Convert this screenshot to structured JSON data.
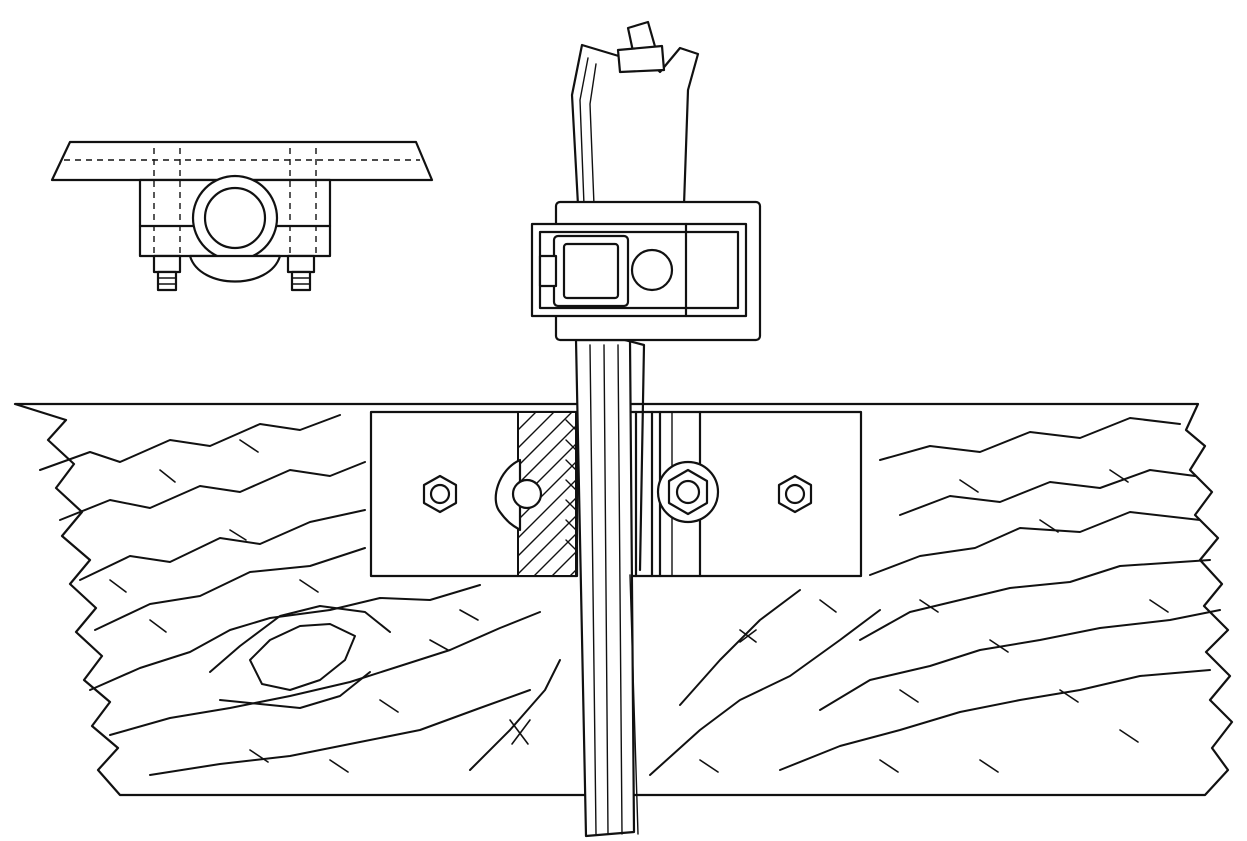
{
  "figure": {
    "ink_color": "#111111",
    "paper_color": "#ffffff",
    "parts": {
      "detail_view": "clamp-bracket-cross-section",
      "main_view": "clamp-on-wooden-beam",
      "timber": "wood-grain-beam",
      "post": "vertical-rod"
    }
  }
}
